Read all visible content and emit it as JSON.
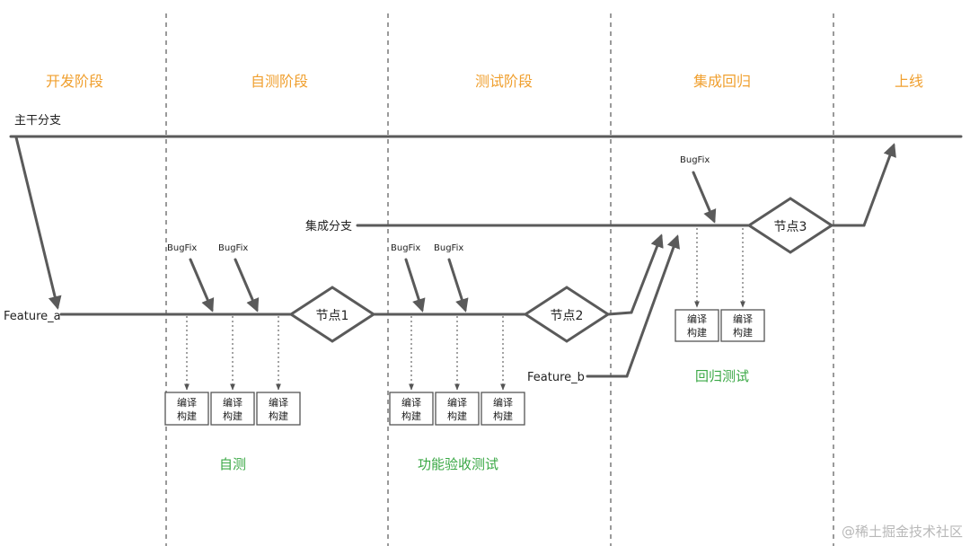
{
  "phases": [
    "开发阶段",
    "自测阶段",
    "测试阶段",
    "集成回归",
    "上线"
  ],
  "branches": {
    "trunk": "主干分支",
    "integration": "集成分支",
    "feature_a": "Feature_a",
    "feature_b": "Feature_b"
  },
  "bugfix_label": "BugFix",
  "nodes": [
    "节点1",
    "节点2",
    "节点3"
  ],
  "build": {
    "line1": "编译",
    "line2": "构建"
  },
  "activities": [
    "自测",
    "功能验收测试",
    "回归测试"
  ],
  "watermark": "@稀土掘金技术社区",
  "colors": {
    "phase": "#f0a030",
    "activity": "#3aa845",
    "line": "#5a5a5a"
  }
}
